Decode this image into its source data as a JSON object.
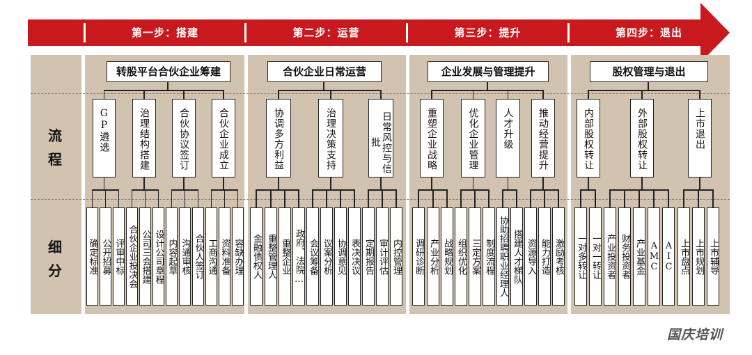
{
  "steps": [
    "第一步：搭建",
    "第二步：运营",
    "第三步：提升",
    "第四步：退出"
  ],
  "row_labels": {
    "process": [
      "流",
      "程"
    ],
    "detail": [
      "细",
      "分"
    ]
  },
  "phases": [
    {
      "title": "转股平台合伙企业筹建",
      "processes": [
        "GP遴选",
        "治理结构搭建",
        "合伙协议签订",
        "合伙企业成立"
      ],
      "details": [
        "确定标准",
        "公开招募",
        "评审中标",
        "合伙企业投决会",
        "公司三会搭建",
        "设计公司章程",
        "内容起草",
        "沟通审核",
        "合伙人签订",
        "工商沟通",
        "资料准备",
        "容缺办理"
      ]
    },
    {
      "title": "合伙企业日常运营",
      "processes": [
        "协调多方利益",
        "治理决策支持",
        "日常风控与信批"
      ],
      "details": [
        "金融债权人",
        "重整管理人",
        "重整企业",
        "政府、法院…",
        "会议筹备",
        "议案分析",
        "协调意见",
        "表决决议",
        "定期报告",
        "审计评估",
        "内控管理"
      ]
    },
    {
      "title": "企业发展与管理提升",
      "processes": [
        "重塑企业战略",
        "优化企业管理",
        "人才升级",
        "推动经营提升"
      ],
      "details": [
        "调研诊断",
        "产业分析",
        "战略规划",
        "组织优化",
        "三定方案",
        "制度流程",
        "协助招聘职业经理人",
        "搭建人才梯队",
        "资源导入",
        "能力打造",
        "激励考核"
      ]
    },
    {
      "title": "股权管理与退出",
      "processes": [
        "内部股权转让",
        "外部股权转让",
        "上市退出"
      ],
      "details": [
        "一对多转让",
        "一对一转让",
        "产业投资者",
        "财务投资者",
        "产业基金",
        "AMC",
        "AIC",
        "上市盘点",
        "上市规划",
        "上市辅导"
      ]
    }
  ],
  "logo_text": "国庆培训",
  "colors": {
    "banner": "#c8191e",
    "background": "#d2c3b0"
  }
}
